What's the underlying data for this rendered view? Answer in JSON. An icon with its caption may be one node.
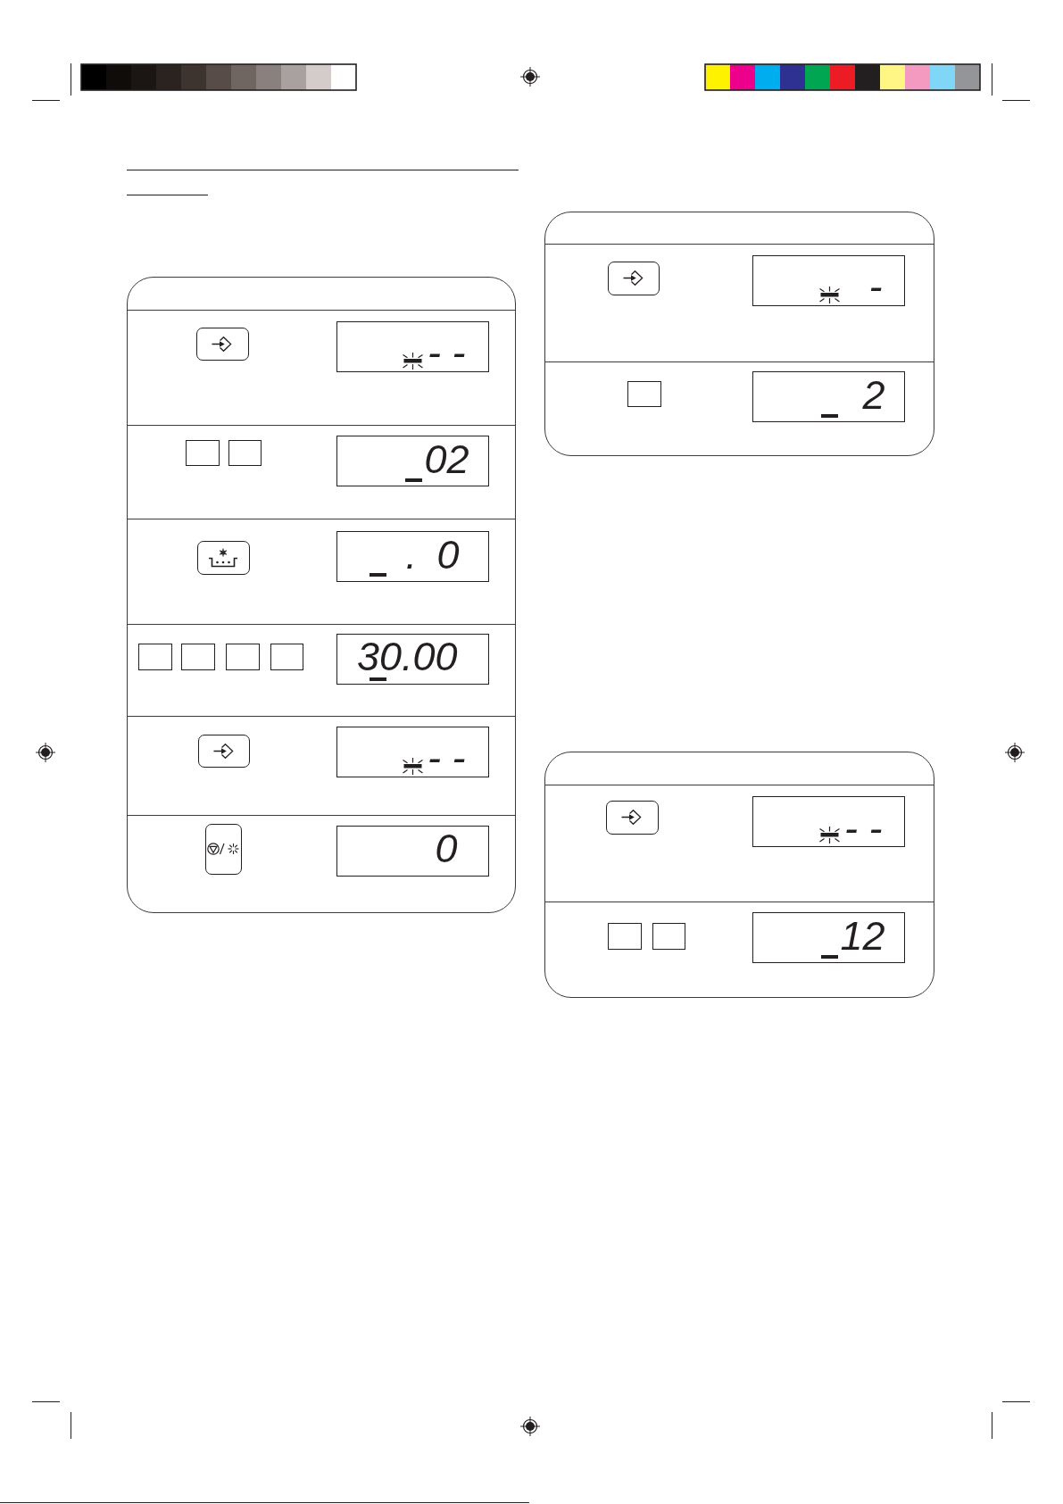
{
  "diagram": {
    "nodes": [
      {
        "text": [],
        "shape": "box"
      },
      {
        "text": [
          "- -"
        ],
        "in": 0
      },
      {
        "text": [
          "02"
        ],
        "in": 0
      },
      {
        "text": [
          ". 0"
        ],
        "in": 0
      },
      {
        "text": [
          "30.00"
        ],
        "in": 0
      },
      {
        "text": [
          "- -"
        ],
        "in": 0
      },
      {
        "text": [
          "0"
        ],
        "in": 0
      },
      {
        "text": [],
        "shape": "box"
      },
      {
        "text": [
          "-"
        ],
        "in": 7
      },
      {
        "text": [
          "2"
        ],
        "in": 7
      },
      {
        "text": [],
        "shape": "box"
      },
      {
        "text": [
          "- -"
        ],
        "in": 10
      },
      {
        "text": [
          "12"
        ],
        "in": 10
      }
    ]
  }
}
